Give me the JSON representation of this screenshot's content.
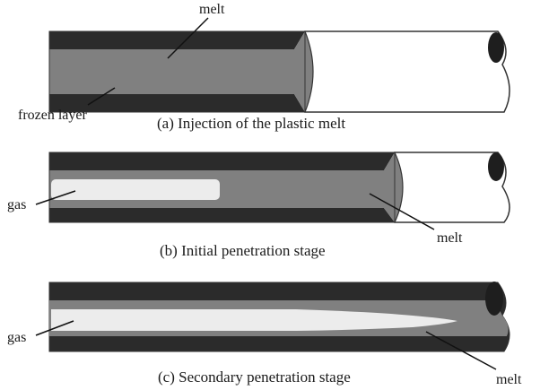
{
  "colors": {
    "frozen_layer": "#2b2b2b",
    "melt": "#808080",
    "gas": "#ececec",
    "empty_cavity": "#ffffff",
    "outline": "#333333"
  },
  "panels": [
    {
      "id": "a",
      "caption": "(a) Injection of the plastic melt",
      "labels": {
        "melt": "melt",
        "frozen_layer": "frozen layer"
      }
    },
    {
      "id": "b",
      "caption": "(b) Initial penetration stage",
      "labels": {
        "gas": "gas",
        "melt": "melt"
      }
    },
    {
      "id": "c",
      "caption": "(c) Secondary penetration stage",
      "labels": {
        "gas": "gas",
        "melt": "melt"
      }
    }
  ]
}
